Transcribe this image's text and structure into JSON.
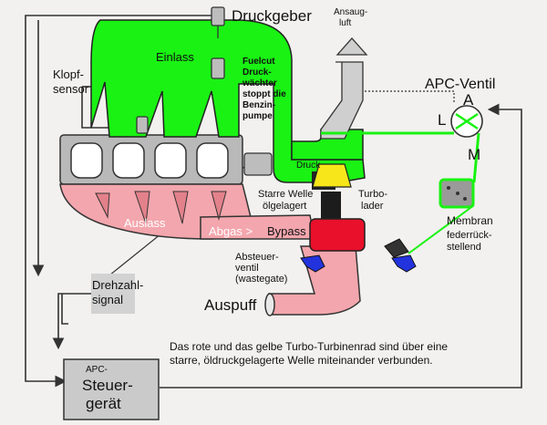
{
  "labels": {
    "druckgeber": "Druckgeber",
    "ansaugluft_1": "Ansaug-",
    "ansaugluft_2": "luft",
    "apc_ventil": "APC-Ventil",
    "port_a": "A",
    "port_l": "L",
    "port_m": "M",
    "klopfsensor_1": "Klopf-",
    "klopfsensor_2": "sensor",
    "einlass": "Einlass",
    "fuelcut_1": "Fuelcut",
    "fuelcut_2": "Druck-",
    "fuelcut_3": "wächter",
    "fuelcut_4": "stoppt die",
    "fuelcut_5": "Benzin-",
    "fuelcut_6": "pumpe",
    "druck": "Druck",
    "starre_welle_1": "Starre Welle",
    "starre_welle_2": "ölgelagert",
    "turbolader_1": "Turbo-",
    "turbolader_2": "lader",
    "auslass": "Auslass",
    "abgas": "Abgas >",
    "bypass": "Bypass",
    "membran_1": "Membran",
    "membran_2": "federrück-",
    "membran_3": "stellend",
    "absteuerventil_1": "Absteuer-",
    "absteuerventil_2": "ventil",
    "absteuerventil_3": "(wastegate)",
    "drehzahl_1": "Drehzahl-",
    "drehzahl_2": "signal",
    "auspuff": "Auspuff",
    "apc_1": "APC-",
    "steuer_1": "Steuer-",
    "steuer_2": "gerät"
  },
  "caption": "Das rote und das gelbe Turbo-Turbinenrad sind über eine starre, öldruckgelagerte Welle miteinander verbunden.",
  "colors": {
    "intake_green": "#19f213",
    "exhaust_pink": "#f3a6ad",
    "turbine_red": "#e8102a",
    "compressor_yellow": "#f6e61a",
    "wastegate_blue": "#2233dd",
    "engine_grey": "#b9b9b9",
    "wire_dark": "#333333"
  }
}
